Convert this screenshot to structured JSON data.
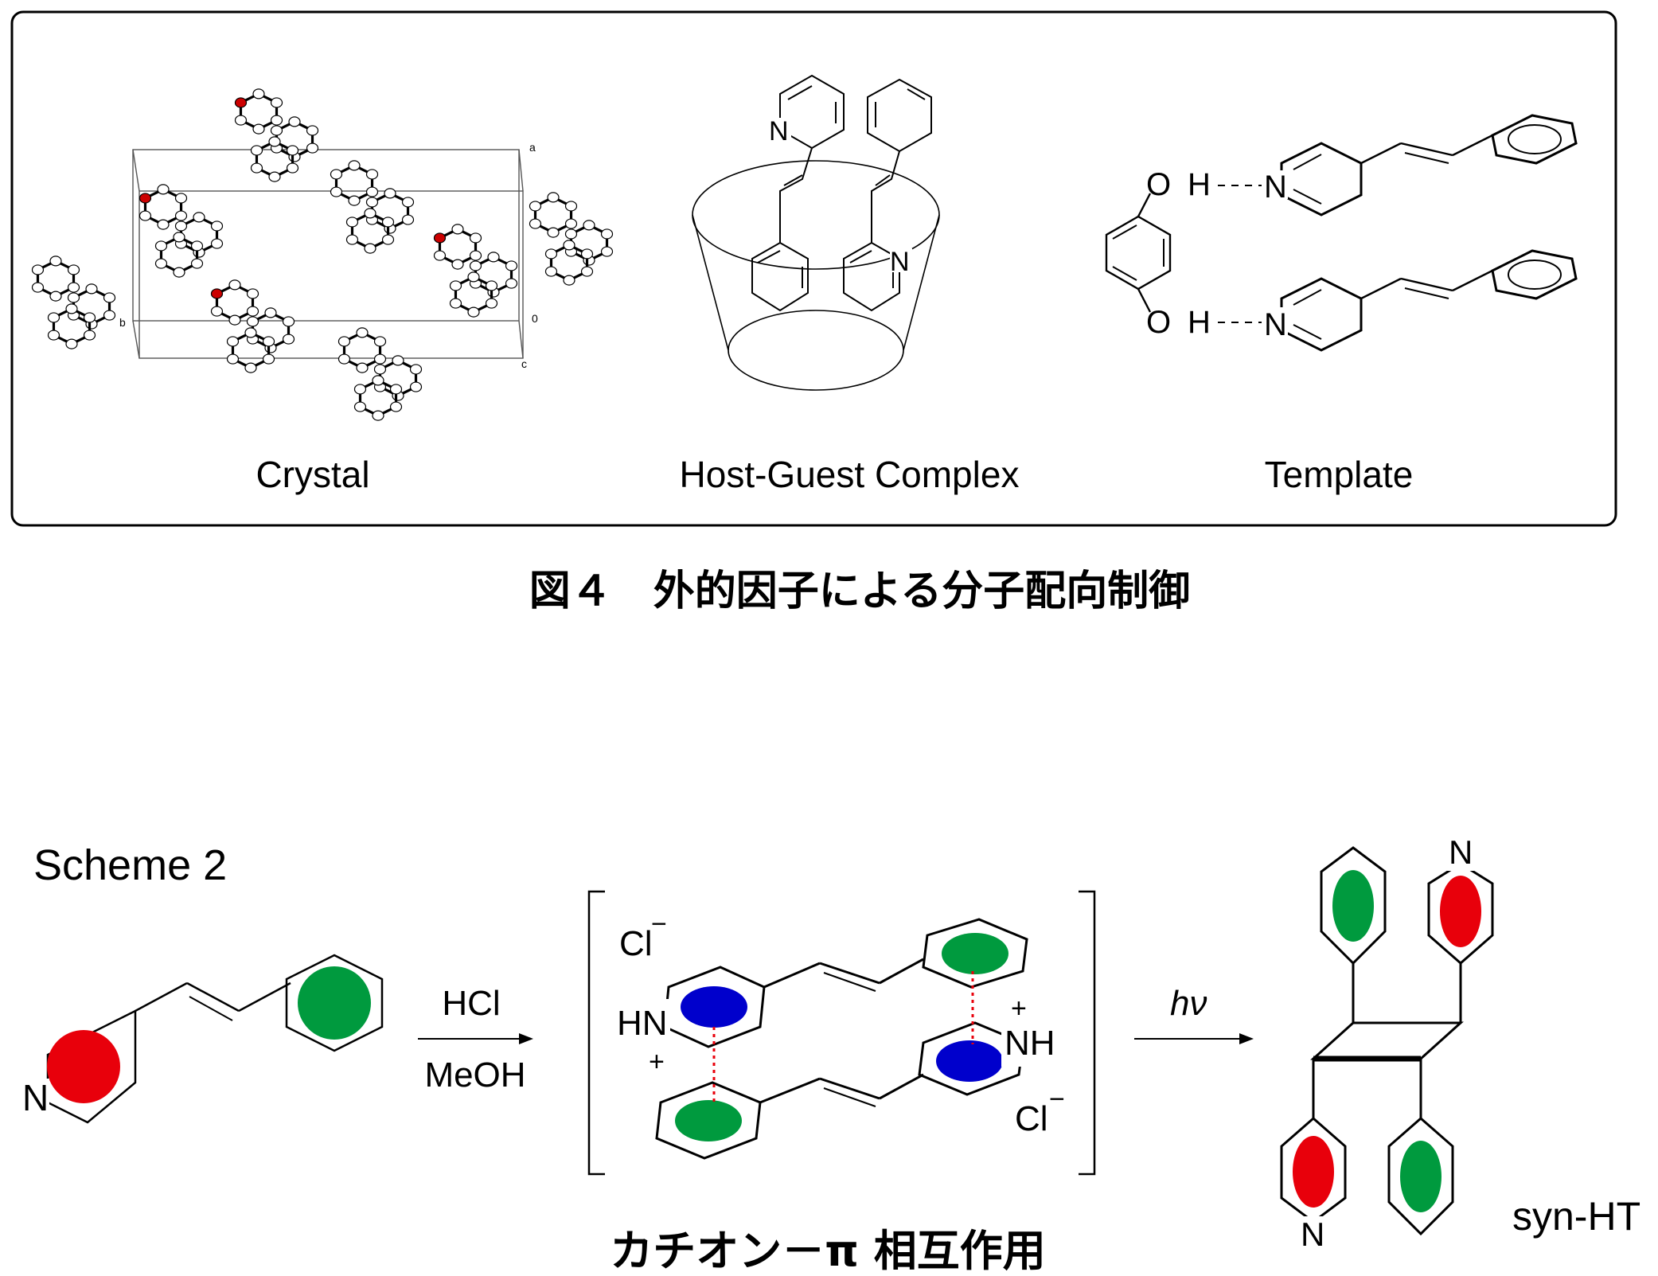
{
  "panel": {
    "crystal_label": "Crystal",
    "host_guest_label": "Host-Guest Complex",
    "template_label": "Template",
    "axis_a": "a",
    "axis_b": "b",
    "axis_c": "c",
    "axis_0": "0"
  },
  "figure_caption": "図４　外的因子による分子配向制御",
  "scheme": {
    "title": "Scheme 2",
    "reagent_top": "HCl",
    "reagent_bottom": "MeOH",
    "light": "hν",
    "cl_minus_1": "Cl",
    "cl_minus_2": "Cl",
    "minus_sign": "−",
    "plus_sign": "+",
    "hn_label": "HN",
    "nh_label": "NH",
    "interaction_caption": "カチオン－π 相互作用",
    "product_label": "syn-HT"
  },
  "atoms": {
    "N": "N",
    "O": "O",
    "H": "H"
  },
  "colors": {
    "pyridine_ring": "#e8000b",
    "benzene_ring": "#009a3e",
    "pyridinium_ring": "#0000cc",
    "oxygen_atom": "#cc0000",
    "interaction_line": "#e8000b"
  }
}
